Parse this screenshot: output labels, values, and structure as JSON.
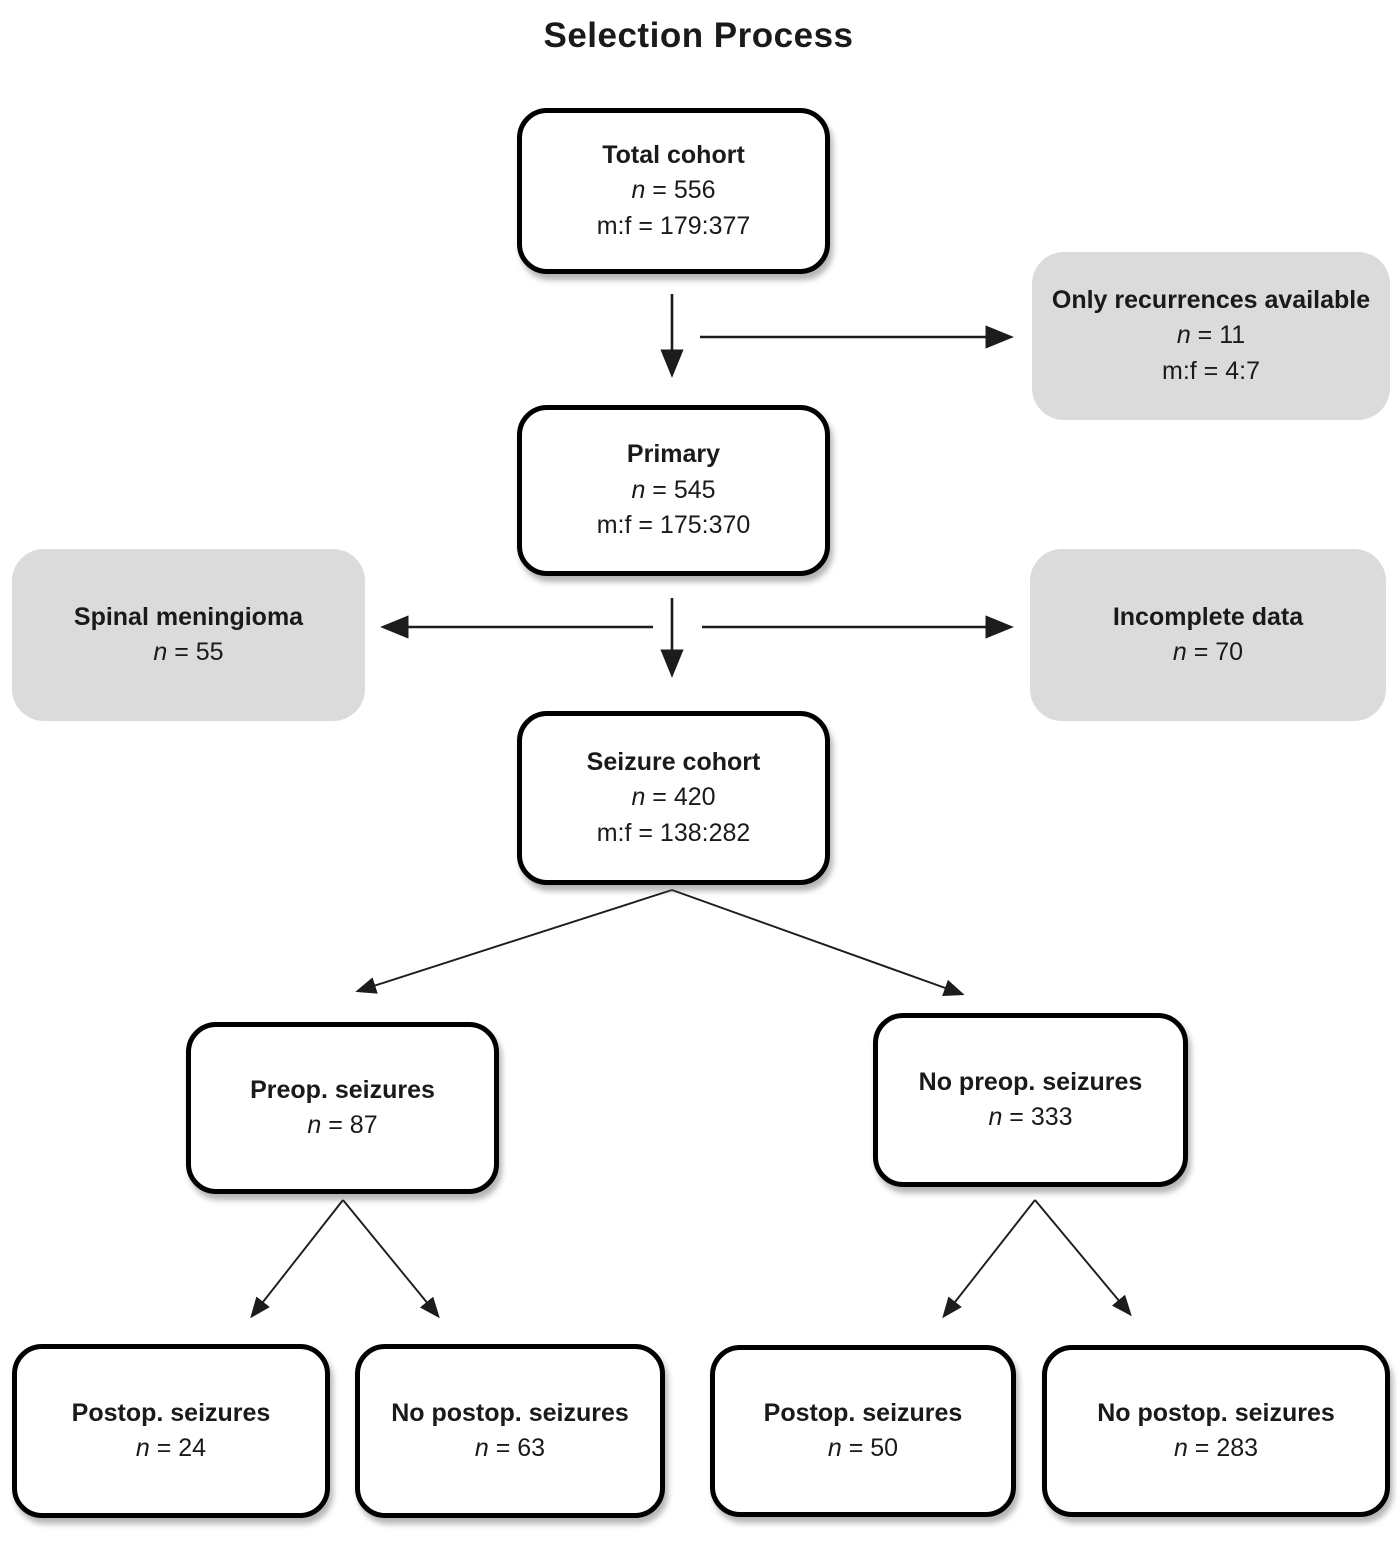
{
  "title": "Selection Process",
  "colors": {
    "included_box_fill": "#ffffff",
    "included_box_border": "#000000",
    "excluded_box_fill": "#dbdbdb",
    "text": "#1a1a1a",
    "connector": "#1c1c1c"
  },
  "nodes": {
    "total_cohort": {
      "title": "Total cohort",
      "n_var": "n",
      "n_eq": " = 556",
      "mf": "m:f = 179:377"
    },
    "only_recurrences": {
      "title": "Only recurrences available",
      "n_var": "n",
      "n_eq": " = 11",
      "mf": "m:f = 4:7"
    },
    "primary": {
      "title": "Primary",
      "n_var": "n",
      "n_eq": " = 545",
      "mf": "m:f = 175:370"
    },
    "spinal_meningioma": {
      "title": "Spinal meningioma",
      "n_var": "n",
      "n_eq": " = 55"
    },
    "incomplete_data": {
      "title": "Incomplete data",
      "n_var": "n",
      "n_eq": " = 70"
    },
    "seizure_cohort": {
      "title": "Seizure cohort",
      "n_var": "n",
      "n_eq": " = 420",
      "mf": "m:f = 138:282"
    },
    "preop_seizures": {
      "title": "Preop. seizures",
      "n_var": "n",
      "n_eq": " = 87"
    },
    "no_preop_seizures": {
      "title": "No preop. seizures",
      "n_var": "n",
      "n_eq": " = 333"
    },
    "postop_seizures_a": {
      "title": "Postop. seizures",
      "n_var": "n",
      "n_eq": " = 24"
    },
    "no_postop_seizures_a": {
      "title": "No postop. seizures",
      "n_var": "n",
      "n_eq": " = 63"
    },
    "postop_seizures_b": {
      "title": "Postop. seizures",
      "n_var": "n",
      "n_eq": " = 50"
    },
    "no_postop_seizures_b": {
      "title": "No postop. seizures",
      "n_var": "n",
      "n_eq": " = 283"
    }
  },
  "edges": [
    {
      "from": "total_cohort",
      "to": "primary"
    },
    {
      "from": "total_cohort",
      "to": "only_recurrences"
    },
    {
      "from": "primary",
      "to": "spinal_meningioma"
    },
    {
      "from": "primary",
      "to": "incomplete_data"
    },
    {
      "from": "primary",
      "to": "seizure_cohort"
    },
    {
      "from": "seizure_cohort",
      "to": "preop_seizures"
    },
    {
      "from": "seizure_cohort",
      "to": "no_preop_seizures"
    },
    {
      "from": "preop_seizures",
      "to": "postop_seizures_a"
    },
    {
      "from": "preop_seizures",
      "to": "no_postop_seizures_a"
    },
    {
      "from": "no_preop_seizures",
      "to": "postop_seizures_b"
    },
    {
      "from": "no_preop_seizures",
      "to": "no_postop_seizures_b"
    }
  ]
}
